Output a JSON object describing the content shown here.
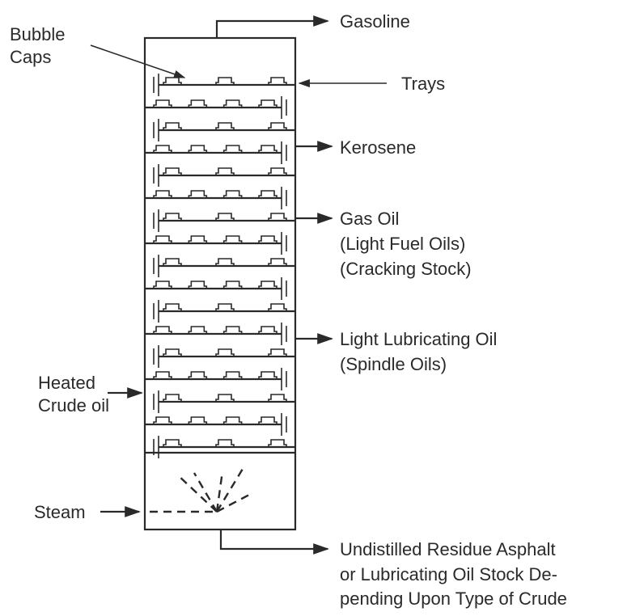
{
  "labels": {
    "gasoline": "Gasoline",
    "bubble_caps": [
      "Bubble",
      "Caps"
    ],
    "trays": "Trays",
    "kerosene": "Kerosene",
    "gas_oil": [
      "Gas Oil",
      "(Light Fuel Oils)",
      "(Cracking Stock)"
    ],
    "light_lube": [
      "Light Lubricating Oil",
      "(Spindle Oils)"
    ],
    "heated_crude": [
      "Heated",
      "Crude oil"
    ],
    "steam": "Steam",
    "residue": [
      "Undistilled Residue Asphalt",
      "or Lubricating Oil Stock De-",
      "pending Upon Type of Crude"
    ]
  }
}
